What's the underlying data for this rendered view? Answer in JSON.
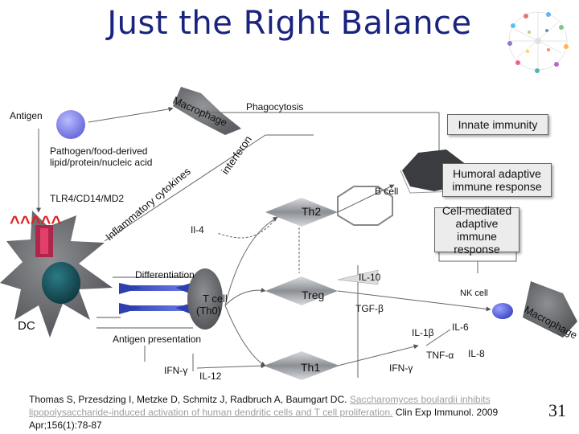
{
  "title": "Just the Right Balance",
  "labels": {
    "antigen": "Antigen",
    "macrophage_top": "Macrophage",
    "phagocytosis": "Phagocytosis",
    "innate_immunity": "Innate immunity",
    "pathogen": "Pathogen/food-derived lipid/protein/nucleic acid",
    "interferon": "interferon",
    "inflammatory_cytokines": "Inflammatory cytokines",
    "tlr": "TLR4/CD14/MD2",
    "carets": "^^^^^",
    "b_cell": "B cell",
    "humoral": "Humoral adaptive immune response",
    "th2": "Th2",
    "il4": "Il-4",
    "cell_mediated": "Cell-mediated adaptive immune response",
    "differentiation": "Differentiation",
    "t_cell": "T cell (Th0)",
    "il10": "IL-10",
    "treg": "Treg",
    "nk_cell": "NK cell",
    "tgf": "TGF-β",
    "macrophage_right": "Macrophage",
    "dc": "DC",
    "antigen_presentation": "Antigen presentation",
    "il1b": "IL-1β",
    "il6": "IL-6",
    "ifn_left": "IFN-γ",
    "il12": "IL-12",
    "th1": "Th1",
    "ifn_right": "IFN-γ",
    "tnf": "TNF-α",
    "il8": "IL-8"
  },
  "citation": {
    "text_before": "Thomas S, Przesdzing I, Metzke D, Schmitz J, Radbruch A, Baumgart DC. ",
    "link": "Saccharomyces boulardii inhibits lipopolysaccharide-induced activation of human dendritic cells and T cell proliferation.",
    "text_after": " Clin Exp Immunol. 2009 Apr;156(1):78-87"
  },
  "page_number": "31",
  "colors": {
    "title": "#1a237e",
    "cell_gray": "#6e7074",
    "antigen": "#7d7fe0",
    "receptor_blue": "#2e3fb0",
    "nk_blue": "#4f5bd5"
  }
}
